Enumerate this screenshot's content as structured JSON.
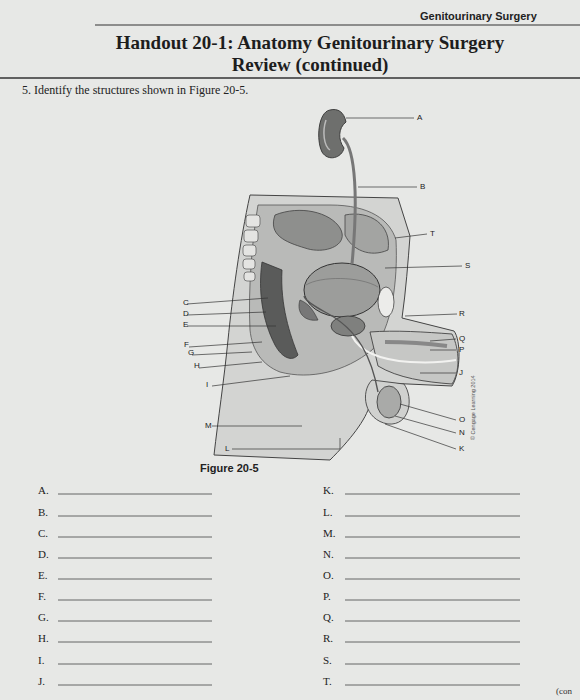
{
  "diagram": {
    "title": "Handout 20-1: Anatomy Genitourinary Surgery Review (continued)",
    "caption": "Figure 20-5",
    "labels": [
      "Genitourinary Surgery",
      "5. Identify the structures shown in Figure 20-5.",
      "A",
      "B",
      "C",
      "D",
      "E",
      "F",
      "G",
      "H",
      "I",
      "J",
      "K",
      "L",
      "M",
      "N",
      "O",
      "P",
      "Q",
      "R",
      "S",
      "T",
      "© Cengage Learning 2014",
      "A.",
      "B.",
      "C.",
      "D.",
      "E.",
      "F.",
      "G.",
      "H.",
      "I.",
      "J.",
      "K.",
      "L.",
      "M.",
      "N.",
      "O.",
      "P.",
      "Q.",
      "R.",
      "S.",
      "T.",
      "(con"
    ]
  }
}
